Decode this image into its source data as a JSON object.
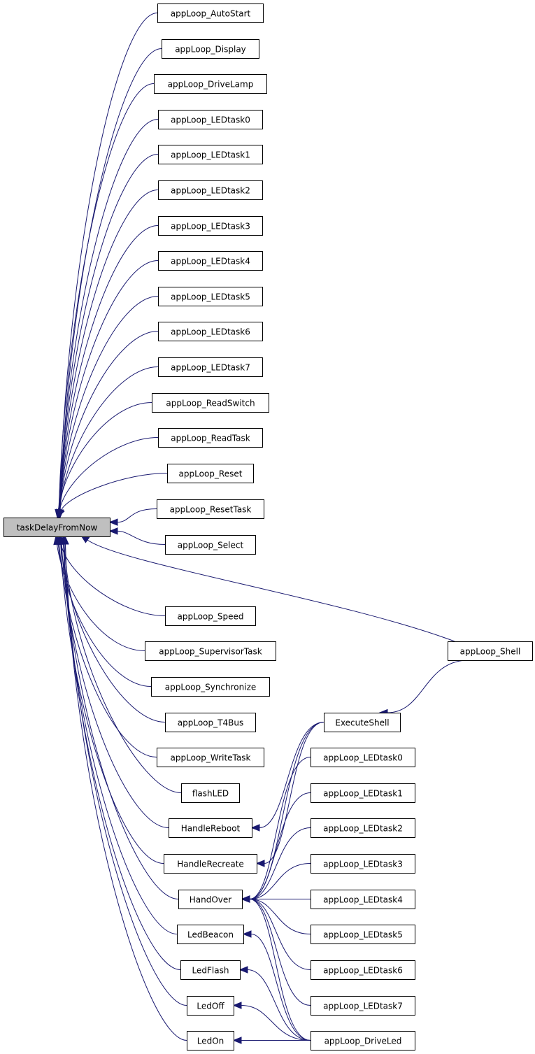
{
  "graph": {
    "root": "taskDelayFromNow",
    "nodes": [
      "taskDelayFromNow",
      "appLoop_AutoStart",
      "appLoop_Display",
      "appLoop_DriveLamp",
      "appLoop_LEDtask0",
      "appLoop_LEDtask1",
      "appLoop_LEDtask2",
      "appLoop_LEDtask3",
      "appLoop_LEDtask4",
      "appLoop_LEDtask5",
      "appLoop_LEDtask6",
      "appLoop_LEDtask7",
      "appLoop_ReadSwitch",
      "appLoop_ReadTask",
      "appLoop_Reset",
      "appLoop_ResetTask",
      "appLoop_Select",
      "appLoop_Speed",
      "appLoop_SupervisorTask",
      "appLoop_Synchronize",
      "appLoop_T4Bus",
      "appLoop_WriteTask",
      "flashLED",
      "HandleReboot",
      "HandleRecreate",
      "HandOver",
      "LedBeacon",
      "LedFlash",
      "LedOff",
      "LedOn",
      "appLoop_Shell",
      "ExecuteShell",
      "appLoop_LEDtask0",
      "appLoop_LEDtask1",
      "appLoop_LEDtask2",
      "appLoop_LEDtask3",
      "appLoop_LEDtask4",
      "appLoop_LEDtask5",
      "appLoop_LEDtask6",
      "appLoop_LEDtask7",
      "appLoop_DriveLed"
    ],
    "edges": [
      [
        1,
        0
      ],
      [
        2,
        0
      ],
      [
        3,
        0
      ],
      [
        4,
        0
      ],
      [
        5,
        0
      ],
      [
        6,
        0
      ],
      [
        7,
        0
      ],
      [
        8,
        0
      ],
      [
        9,
        0
      ],
      [
        10,
        0
      ],
      [
        11,
        0
      ],
      [
        12,
        0
      ],
      [
        13,
        0
      ],
      [
        14,
        0
      ],
      [
        15,
        0
      ],
      [
        16,
        0
      ],
      [
        17,
        0
      ],
      [
        18,
        0
      ],
      [
        19,
        0
      ],
      [
        20,
        0
      ],
      [
        21,
        0
      ],
      [
        22,
        0
      ],
      [
        23,
        0
      ],
      [
        24,
        0
      ],
      [
        25,
        0
      ],
      [
        26,
        0
      ],
      [
        27,
        0
      ],
      [
        28,
        0
      ],
      [
        29,
        0
      ],
      [
        30,
        0
      ],
      [
        30,
        31
      ],
      [
        31,
        23
      ],
      [
        31,
        24
      ],
      [
        31,
        25
      ],
      [
        32,
        25
      ],
      [
        33,
        25
      ],
      [
        34,
        25
      ],
      [
        35,
        25
      ],
      [
        36,
        25
      ],
      [
        37,
        25
      ],
      [
        38,
        25
      ],
      [
        39,
        25
      ],
      [
        40,
        25
      ],
      [
        40,
        26
      ],
      [
        40,
        27
      ],
      [
        40,
        28
      ],
      [
        40,
        29
      ]
    ],
    "colors": {
      "edge": "#191970",
      "root_fill": "#bfbfbf",
      "node_fill": "#ffffff"
    }
  }
}
